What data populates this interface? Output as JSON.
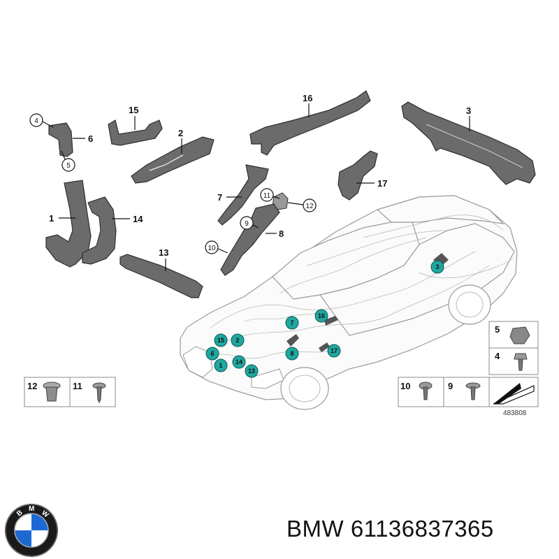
{
  "diagram": {
    "reference_number": "483808",
    "callouts": {
      "c1": "1",
      "c2": "2",
      "c3": "3",
      "c4": "4",
      "c5": "5",
      "c6": "6",
      "c7": "7",
      "c8": "8",
      "c9": "9",
      "c10": "10",
      "c11": "11",
      "c12": "12",
      "c13": "13",
      "c14": "14",
      "c15": "15",
      "c16": "16",
      "c17": "17"
    },
    "car_markers": {
      "m1": "1",
      "m2": "2",
      "m3": "3",
      "m6": "6",
      "m7": "7",
      "m8": "8",
      "m13": "13",
      "m14": "14",
      "m15": "15",
      "m16": "16",
      "m17": "17"
    },
    "fastener_boxes": {
      "b12": "12",
      "b11": "11",
      "b10": "10",
      "b9": "9",
      "b5": "5",
      "b4": "4"
    },
    "marker_color": "#1fa7a0"
  },
  "caption": {
    "brand": "BMW",
    "part_number": "61136837365",
    "full": "BMW 61136837365"
  },
  "logo": {
    "icon": "bmw-roundel-icon",
    "letters": "BMW",
    "colors": [
      "#1c69d4",
      "#ffffff",
      "#000000"
    ]
  }
}
